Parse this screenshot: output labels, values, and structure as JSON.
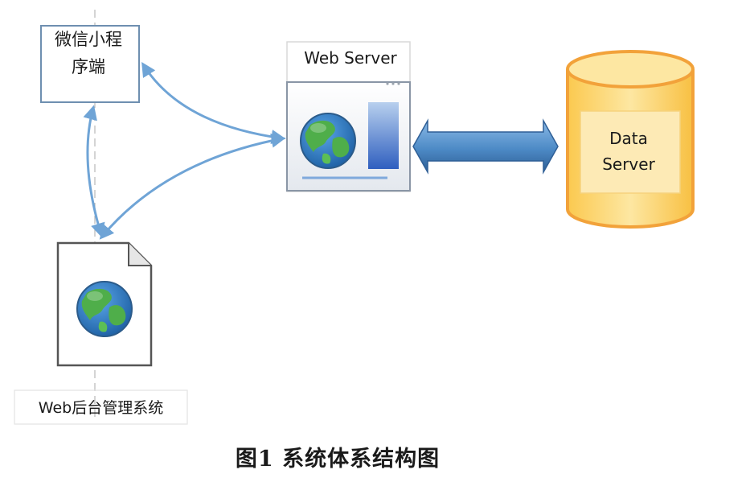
{
  "nodes": {
    "mini_program": {
      "label": "微信小程\n序端"
    },
    "web_server": {
      "label": "Web Server"
    },
    "data_server": {
      "label": "Data\nServer"
    },
    "admin_system": {
      "label": "Web后台管理系统"
    }
  },
  "caption": "图1   系统体系结构图",
  "colors": {
    "arrow": "#6fa4d6",
    "box_border": "#6e8fb0",
    "db_fill": "#fcd97a",
    "db_border": "#f2a23a",
    "earth_ocean": "#2c79c2",
    "earth_land": "#4fae4a"
  },
  "icons": [
    "globe-icon",
    "window-icon",
    "database-icon",
    "document-icon"
  ]
}
